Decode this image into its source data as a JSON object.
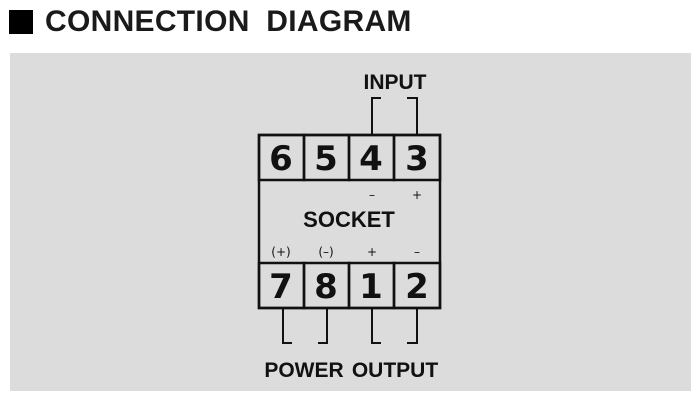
{
  "header": {
    "icon": "black-square-bullet",
    "title": "CONNECTION  DIAGRAM"
  },
  "socket": {
    "label": "SOCKET",
    "top_pins": [
      {
        "number": "6",
        "polarity": ""
      },
      {
        "number": "5",
        "polarity": ""
      },
      {
        "number": "4",
        "polarity": "–"
      },
      {
        "number": "3",
        "polarity": "+"
      }
    ],
    "bottom_pins": [
      {
        "number": "7",
        "polarity": "(+)"
      },
      {
        "number": "8",
        "polarity": "(–)"
      },
      {
        "number": "1",
        "polarity": "+"
      },
      {
        "number": "2",
        "polarity": "–"
      }
    ]
  },
  "groups": {
    "input": "INPUT",
    "power": "POWER",
    "output": "OUTPUT"
  },
  "colors": {
    "background": "#dcdcdc",
    "line": "#111111",
    "box_fill": "#dcdcdc"
  }
}
